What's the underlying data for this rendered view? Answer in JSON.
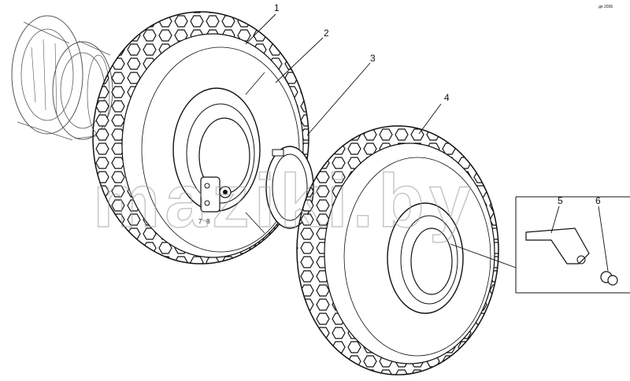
{
  "diagram": {
    "callouts": [
      "1",
      "2",
      "3",
      "4",
      "5",
      "6"
    ],
    "small_labels": [
      "7",
      "8"
    ],
    "corner_mark": "дп 2006",
    "watermark": "maziki.by"
  }
}
